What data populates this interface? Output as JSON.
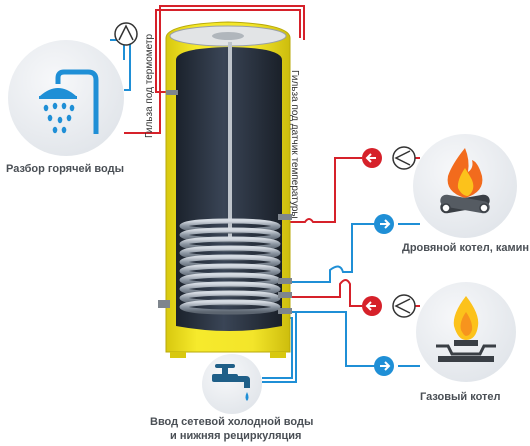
{
  "labels": {
    "hot_water": "Разбор горячей воды",
    "wood_boiler": "Дровяной котел, камин",
    "gas_boiler": "Газовый котел",
    "cold_water_line1": "Ввод  сетевой холодной воды",
    "cold_water_line2": "и нижняя рециркуляция",
    "thermometer_sleeve": "Гильза под термометр",
    "sensor_sleeve": "Гильза под датчик температуры"
  },
  "icons": {
    "hot_water": "shower-icon",
    "wood_boiler": "campfire-icon",
    "gas_boiler": "gas-burner-icon",
    "cold_water": "water-tap-icon",
    "pump": "pump-icon",
    "flow_hot": "arrow-left-icon",
    "flow_cold": "arrow-right-icon"
  },
  "colors": {
    "hot_line": "#d6212a",
    "cold_line": "#1f8fd6",
    "tank_shell": "#f1e526",
    "tank_inner": "#2b3442",
    "coil": "#9aa3ae"
  }
}
